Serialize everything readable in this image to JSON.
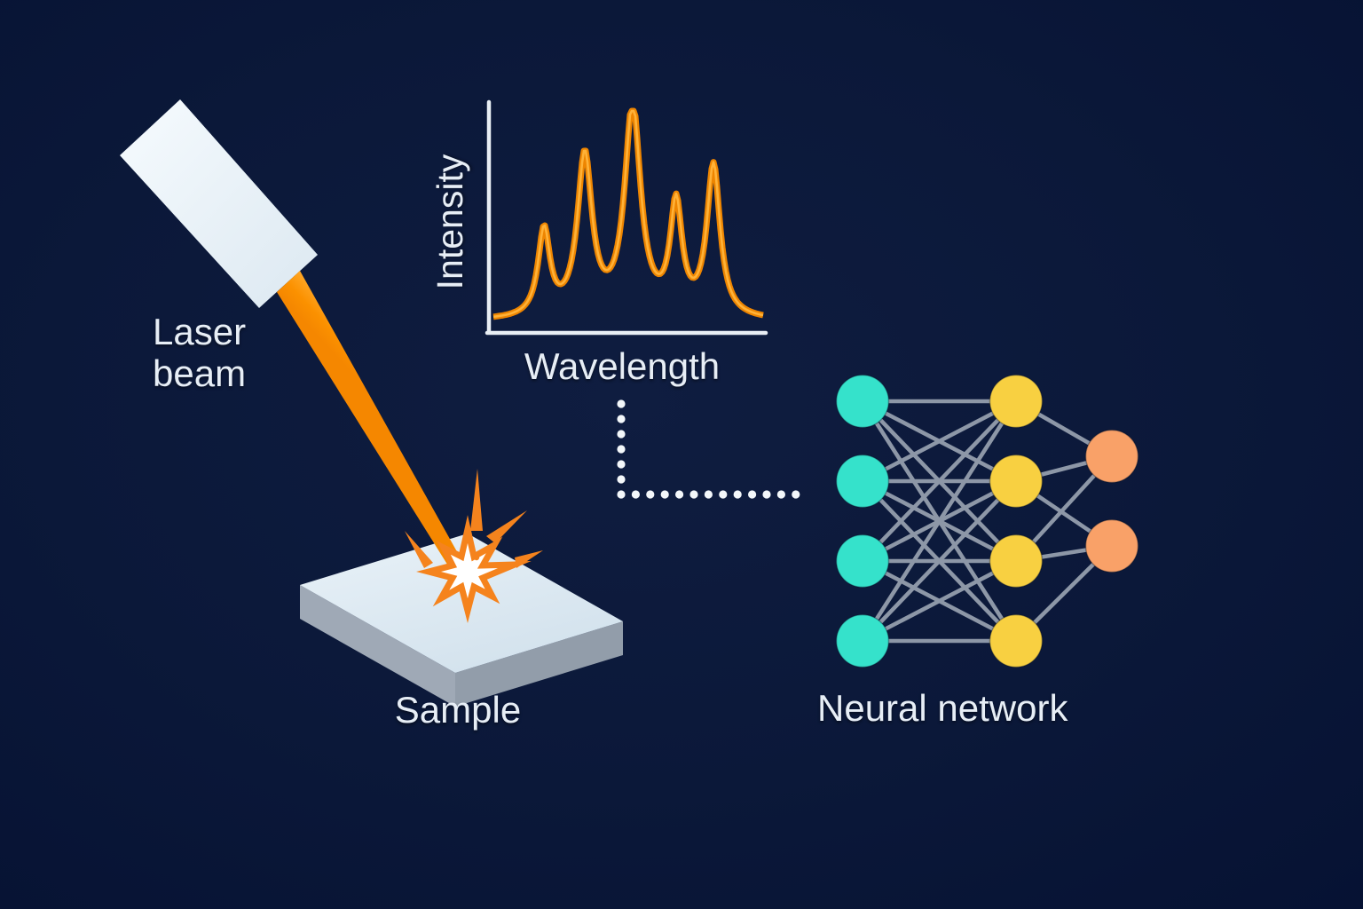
{
  "labels": {
    "laser_beam": "Laser\nbeam",
    "sample": "Sample",
    "neural_network": "Neural network",
    "intensity": "Intensity",
    "wavelength": "Wavelength"
  },
  "colors": {
    "background_center": "#0f1d40",
    "background_edge": "#061233",
    "text": "#e7eef6",
    "axis": "#e8eef4",
    "curve_outer": "#ee8500",
    "curve_inner": "#ffb238",
    "beam_light": "#ffa726",
    "beam_dark": "#f58700",
    "spark_orange": "#f5831d",
    "spark_core": "#ffffff",
    "device_light": "#f4fafd",
    "device_dark": "#dce8f1",
    "sample_top_light": "#e9f2f8",
    "sample_top_dark": "#d3e2ed",
    "sample_side_left": "#9fa9b6",
    "sample_side_right": "#929daa",
    "node_teal": "#35e2cb",
    "node_yellow": "#f8d041",
    "node_orange": "#f9a168",
    "edge_gray": "#8d97a7",
    "dot_white": "#f3f7fa"
  },
  "chart_data": {
    "type": "line",
    "title": "",
    "xlabel": "Wavelength",
    "ylabel": "Intensity",
    "legend": [],
    "axes_numeric_labels": false,
    "description": "Stylized emission spectrum: five sharp peaks of varying intensity on a flat baseline",
    "peaks": [
      {
        "x_frac": 0.199,
        "height_frac": 0.41,
        "hwhm_frac": 0.026
      },
      {
        "x_frac": 0.346,
        "height_frac": 0.76,
        "hwhm_frac": 0.032
      },
      {
        "x_frac": 0.519,
        "height_frac": 1.0,
        "hwhm_frac": 0.035
      },
      {
        "x_frac": 0.676,
        "height_frac": 0.52,
        "hwhm_frac": 0.026
      },
      {
        "x_frac": 0.811,
        "height_frac": 0.72,
        "hwhm_frac": 0.029
      }
    ]
  },
  "network": {
    "layers": [
      {
        "name": "input",
        "nodes": 4,
        "color": "#35e2cb"
      },
      {
        "name": "hidden",
        "nodes": 4,
        "color": "#f8d041"
      },
      {
        "name": "output",
        "nodes": 2,
        "color": "#f9a168"
      }
    ],
    "edges": {
      "input_hidden": "full",
      "hidden_output": [
        [
          0,
          0
        ],
        [
          1,
          0
        ],
        [
          2,
          0
        ],
        [
          1,
          1
        ],
        [
          2,
          1
        ],
        [
          3,
          1
        ]
      ]
    }
  },
  "connector": {
    "style": "dotted-elbow",
    "vertical_dots": 6,
    "horizontal_dots": 13
  }
}
